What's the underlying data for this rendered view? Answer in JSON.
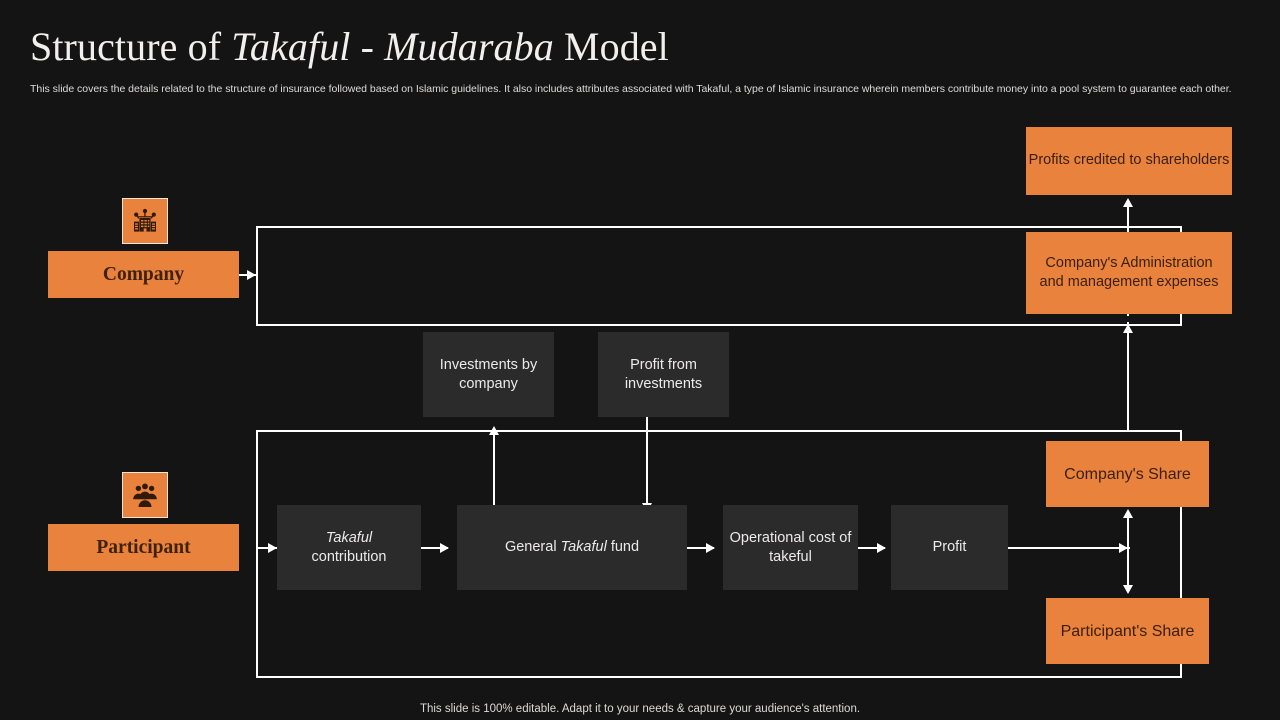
{
  "slide": {
    "title_parts": [
      {
        "text": "Structure of ",
        "italic": false
      },
      {
        "text": "Takaful",
        "italic": true
      },
      {
        "text": " - ",
        "italic": false
      },
      {
        "text": "Mudaraba",
        "italic": true
      },
      {
        "text": " Model",
        "italic": false
      }
    ],
    "title_plain": "Structure of Takaful - Mudaraba Model",
    "subtitle": "This slide covers the details related to the structure of insurance followed based on Islamic guidelines. It also includes attributes associated with Takaful, a type  of Islamic insurance wherein members contribute money into a pool system to guarantee each other.",
    "footer": "This slide is 100% editable. Adapt it to your needs & capture your audience's attention."
  },
  "colors": {
    "background": "#141414",
    "accent_orange": "#e8823c",
    "box_gray": "#2b2b2b",
    "connector": "#ffffff",
    "orange_text": "#3a1f0d",
    "gray_text": "#eceaea"
  },
  "roles": [
    {
      "id": "company",
      "label": "Company",
      "icon": "organization-building-icon"
    },
    {
      "id": "participant",
      "label": "Participant",
      "icon": "people-group-icon"
    }
  ],
  "orange_boxes": [
    {
      "id": "profits-shareholders",
      "label": "Profits credited to shareholders"
    },
    {
      "id": "admin-expenses",
      "label": "Company's Administration and management expenses"
    },
    {
      "id": "company-share",
      "label": "Company's Share"
    },
    {
      "id": "participant-share",
      "label": "Participant's Share"
    }
  ],
  "gray_boxes": [
    {
      "id": "investments-by-company",
      "label": "Investments  by company"
    },
    {
      "id": "profit-from-investments",
      "label": "Profit from investments"
    },
    {
      "id": "takaful-contribution",
      "label_italic": "Takaful",
      "label_rest": "contribution"
    },
    {
      "id": "general-takaful-fund",
      "label_pre": "General ",
      "label_italic": "Takaful",
      "label_post": " fund"
    },
    {
      "id": "operational-cost",
      "label": "Operational cost of takeful"
    },
    {
      "id": "profit",
      "label": "Profit"
    }
  ]
}
